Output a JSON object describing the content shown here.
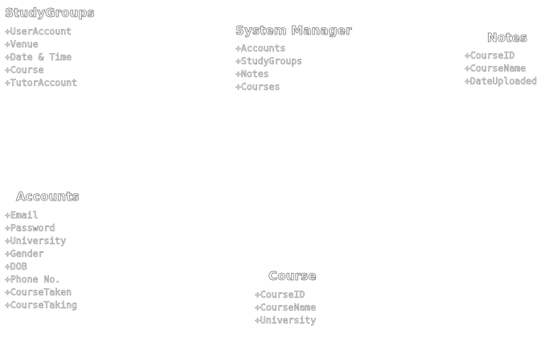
{
  "classes": {
    "studygroups": {
      "title": "StudyGroups",
      "attributes": [
        "+UserAccount",
        "+Venue",
        "+Date & Time",
        "+Course",
        "+TutorAccount"
      ]
    },
    "system_manager": {
      "title": "System Manager",
      "attributes": [
        "+Accounts",
        "+StudyGroups",
        "+Notes",
        "+Courses"
      ]
    },
    "notes": {
      "title": "Notes",
      "attributes": [
        "+CourseID",
        "+CourseName",
        "+DateUploaded"
      ]
    },
    "accounts": {
      "title": "Accounts",
      "attributes": [
        "+Email",
        "+Password",
        "+University",
        "+Gender",
        "+DOB",
        "+Phone No.",
        "+CourseTaken",
        "+CourseTaking"
      ]
    },
    "course": {
      "title": "Course",
      "attributes": [
        "+CourseID",
        "+CourseName",
        "+University"
      ]
    }
  }
}
